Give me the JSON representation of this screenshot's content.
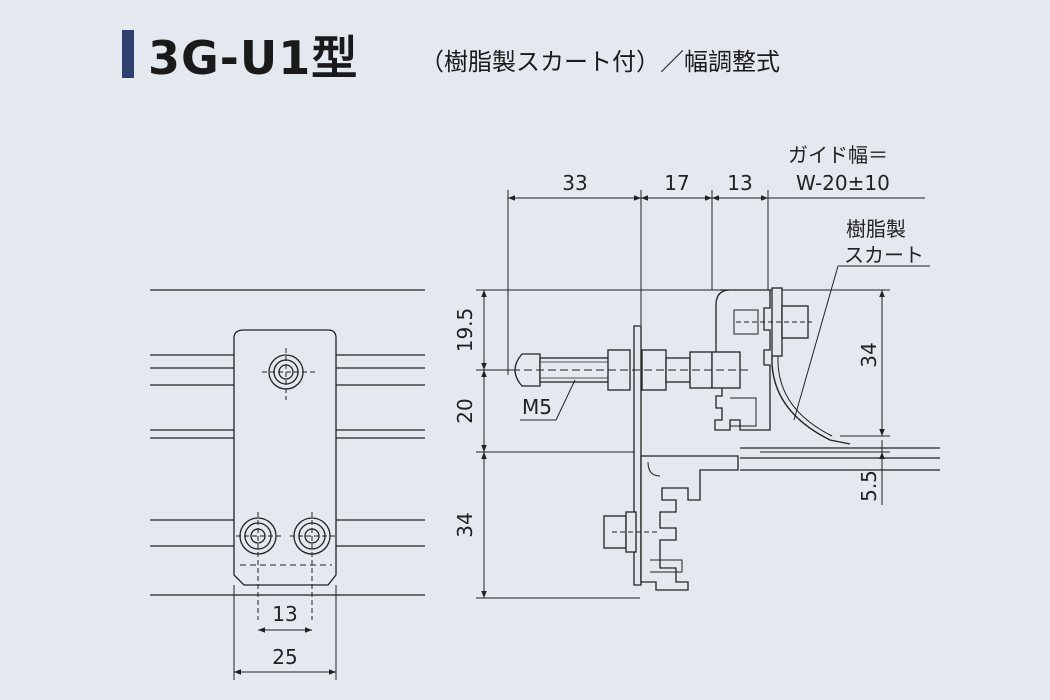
{
  "title": {
    "model": "3G-U1型",
    "subtitle": "（樹脂製スカート付）／幅調整式"
  },
  "front_view": {
    "dim_inner": "13",
    "dim_outer": "25"
  },
  "side_view": {
    "dim_33": "33",
    "dim_17": "17",
    "dim_13": "13",
    "guide_width_label": "ガイド幅＝",
    "guide_width_formula": "W-20±10",
    "skirt_label_line1": "樹脂製",
    "skirt_label_line2": "スカート",
    "dim_19_5": "19.5",
    "dim_20": "20",
    "dim_34_left": "34",
    "dim_34_right": "34",
    "dim_5_5": "5.5",
    "thread_label": "M5"
  }
}
